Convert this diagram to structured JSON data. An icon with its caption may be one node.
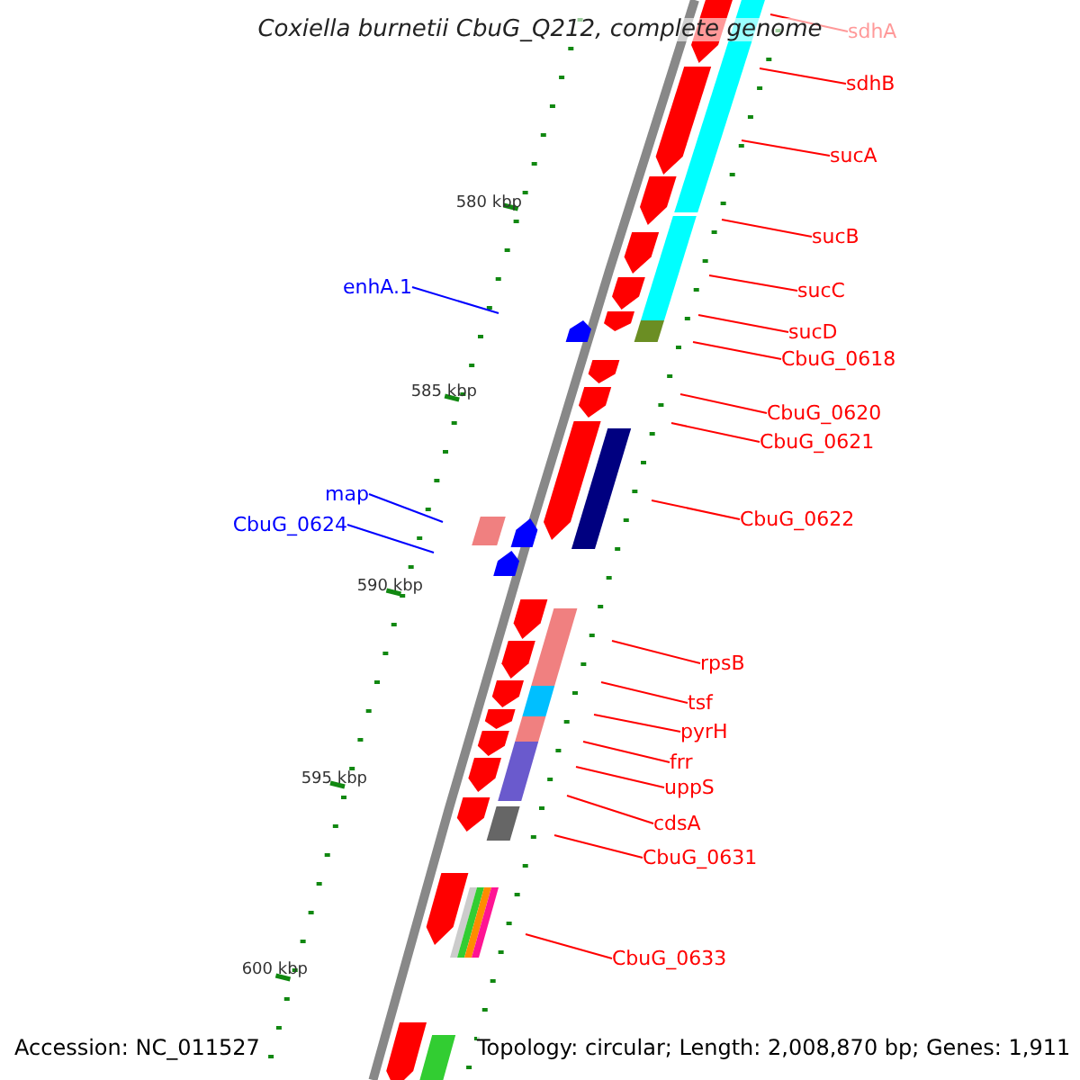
{
  "diagram": {
    "title": "Coxiella burnetii CbuG_Q212, complete genome",
    "nodes": [
      {
        "text": [
          "sdhA"
        ]
      },
      {
        "text": [
          "sdhB"
        ]
      },
      {
        "text": [
          "sucA"
        ]
      },
      {
        "text": [
          "sucB"
        ]
      },
      {
        "text": [
          "enhA.1"
        ]
      },
      {
        "text": [
          "sucC"
        ]
      },
      {
        "text": [
          "sucD"
        ]
      },
      {
        "text": [
          "CbuG_0618"
        ]
      },
      {
        "text": [
          "CbuG_0620"
        ]
      },
      {
        "text": [
          "CbuG_0621"
        ]
      },
      {
        "text": [
          "map"
        ]
      },
      {
        "text": [
          "CbuG_0622"
        ]
      },
      {
        "text": [
          "CbuG_0624"
        ]
      },
      {
        "text": [
          "rpsB"
        ]
      },
      {
        "text": [
          "tsf"
        ]
      },
      {
        "text": [
          "pyrH"
        ]
      },
      {
        "text": [
          "frr"
        ]
      },
      {
        "text": [
          "uppS"
        ]
      },
      {
        "text": [
          "cdsA"
        ]
      },
      {
        "text": [
          "CbuG_0631"
        ]
      },
      {
        "text": [
          "CbuG_0633"
        ]
      }
    ],
    "edges": [
      {
        "from": 0,
        "to": null,
        "arrow": "none"
      },
      {
        "from": 1,
        "to": null,
        "arrow": "none"
      },
      {
        "from": 2,
        "to": null,
        "arrow": "none"
      },
      {
        "from": 3,
        "to": null,
        "arrow": "none"
      },
      {
        "from": 4,
        "to": null,
        "arrow": "none",
        "color": "#0000ff"
      },
      {
        "from": 5,
        "to": null,
        "arrow": "none"
      },
      {
        "from": 6,
        "to": null,
        "arrow": "none"
      },
      {
        "from": 7,
        "to": null,
        "arrow": "none"
      },
      {
        "from": 8,
        "to": null,
        "arrow": "none"
      },
      {
        "from": 9,
        "to": null,
        "arrow": "none"
      },
      {
        "from": 10,
        "to": null,
        "arrow": "none",
        "color": "#0000ff"
      },
      {
        "from": 11,
        "to": null,
        "arrow": "none"
      },
      {
        "from": 12,
        "to": null,
        "arrow": "none",
        "color": "#0000ff"
      },
      {
        "from": 13,
        "to": null,
        "arrow": "none"
      },
      {
        "from": 14,
        "to": null,
        "arrow": "none"
      },
      {
        "from": 15,
        "to": null,
        "arrow": "none"
      },
      {
        "from": 16,
        "to": null,
        "arrow": "none"
      },
      {
        "from": 17,
        "to": null,
        "arrow": "none"
      },
      {
        "from": 18,
        "to": null,
        "arrow": "none"
      },
      {
        "from": 19,
        "to": null,
        "arrow": "none"
      },
      {
        "from": 20,
        "to": null,
        "arrow": "none"
      }
    ],
    "labels": [
      "580 kbp",
      "585 kbp",
      "590 kbp",
      "595 kbp",
      "600 kbp",
      "Accession: NC_011527",
      "Topology: circular; Length: 2,008,870 bp; Genes: 1,911"
    ]
  }
}
